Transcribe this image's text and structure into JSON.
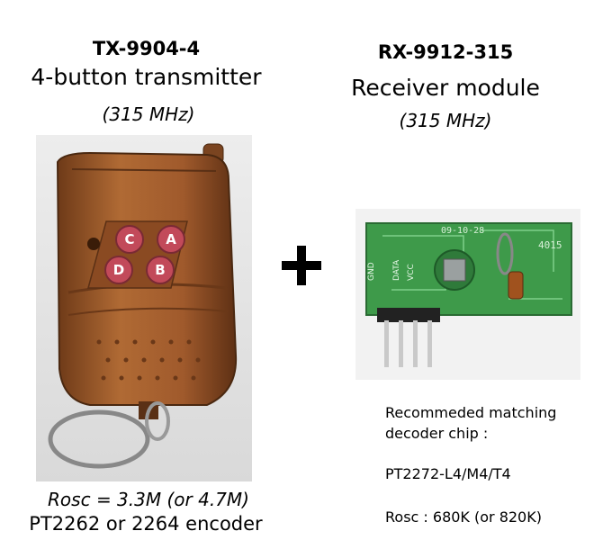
{
  "transmitter": {
    "model": "TX-9904-4",
    "description": "4-button transmitter",
    "frequency": "(315 MHz)",
    "buttons": [
      "C",
      "A",
      "D",
      "B"
    ],
    "rosc": "Rosc = 3.3M (or 4.7M)",
    "encoder": "PT2262 or 2264 encoder"
  },
  "receiver": {
    "model": "RX-9912-315",
    "description": "Receiver module",
    "frequency": "(315 MHz)",
    "pcb_date": "09-10-28",
    "pcb_label": "4015",
    "pins": [
      "GND",
      "DATA",
      "VCC"
    ]
  },
  "plus_symbol": "+",
  "notes": {
    "line1": "Recommeded matching",
    "line2": "decoder chip :",
    "line3": "PT2272-L4/M4/T4",
    "line4": "Rosc : 680K (or 820K)"
  },
  "colors": {
    "remote_body": "#a05a2c",
    "button": "#c24a5a",
    "pcb": "#3e9a4a"
  }
}
